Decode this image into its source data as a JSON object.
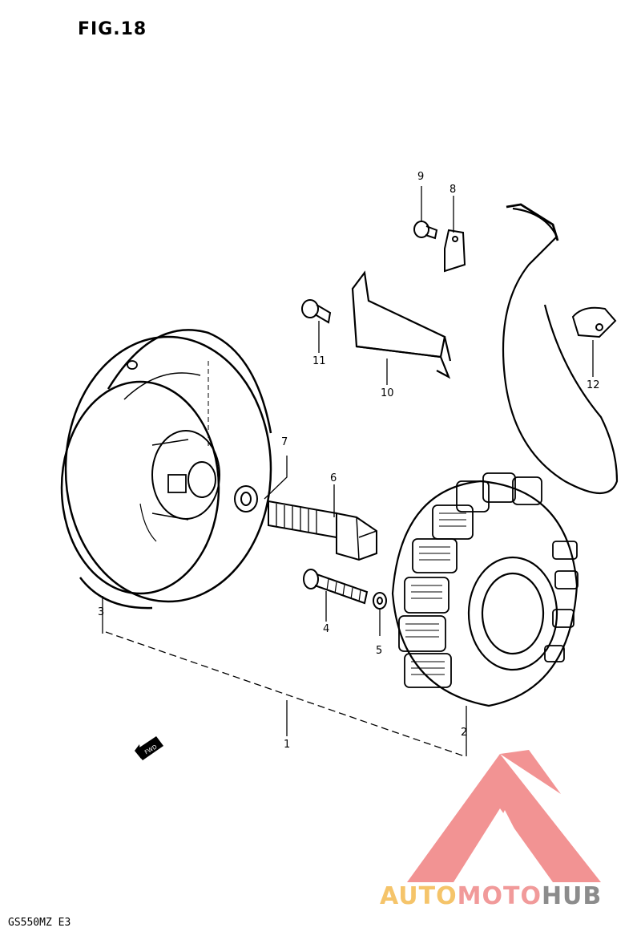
{
  "figure": {
    "title": "FIG.18",
    "model_code": "GS550MZ E3"
  },
  "callouts": [
    "1",
    "2",
    "3",
    "4",
    "5",
    "6",
    "7",
    "8",
    "9",
    "10",
    "11",
    "12"
  ],
  "arrow_label": "FWD",
  "watermark": {
    "part1": "AUTO",
    "part2": "MOTO",
    "part3": "HUB",
    "color_light": "#f5c46a",
    "color_mid": "#f19a9a",
    "color_dark": "#8c8c8c",
    "logo_color": "#f08080"
  }
}
